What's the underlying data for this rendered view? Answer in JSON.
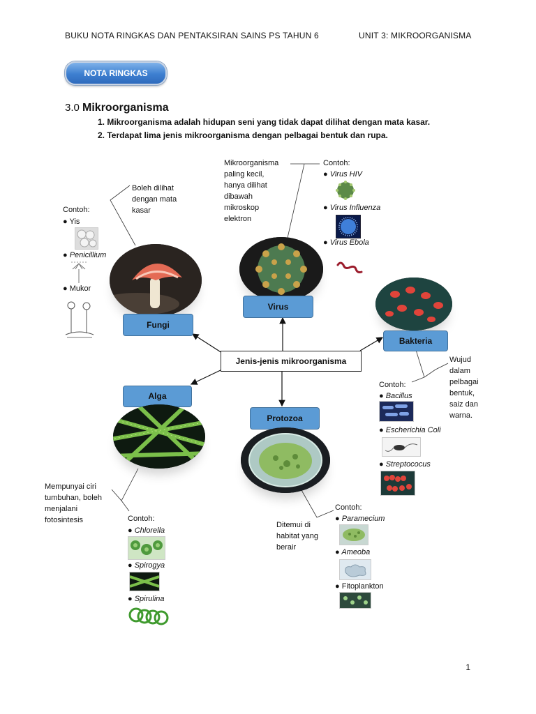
{
  "header": {
    "left": "BUKU NOTA RINGKAS DAN PENTAKSIRAN SAINS PS TAHUN 6",
    "right": "UNIT 3: MIKROORGANISMA"
  },
  "badge": "NOTA RINGKAS",
  "section": {
    "number": "3.0",
    "title": "Mikroorganisma"
  },
  "points": [
    "1. Mikroorganisma adalah hidupan seni yang tidak dapat dilihat dengan mata kasar.",
    "2. Terdapat lima jenis mikroorganisma dengan pelbagai bentuk dan rupa."
  ],
  "center": "Jenis-jenis mikroorganisma",
  "contoh_label": "Contoh:",
  "fungi": {
    "label": "Fungi",
    "note": [
      "Boleh dilihat",
      "dengan mata",
      "kasar"
    ],
    "examples": [
      "Yis",
      "Penicillium",
      "Mukor"
    ]
  },
  "virus": {
    "label": "Virus",
    "note": [
      "Mikroorganisma",
      "paling kecil,",
      "hanya dilihat",
      "dibawah",
      "mikroskop",
      "elektron"
    ],
    "examples": [
      "Virus  HIV",
      "Virus Influenza",
      "Virus Ebola"
    ]
  },
  "bakteria": {
    "label": "Bakteria",
    "note": [
      "Wujud",
      "dalam",
      "pelbagai",
      "bentuk,",
      "saiz dan",
      "warna."
    ],
    "examples": [
      "Bacillus",
      "Escherichia Coli",
      "Streptococus"
    ]
  },
  "alga": {
    "label": "Alga",
    "note": [
      "Mempunyai ciri",
      "tumbuhan, boleh",
      "menjalani",
      "fotosintesis"
    ],
    "examples": [
      "Chlorella",
      "Spirogya",
      "Spirulina"
    ]
  },
  "protozoa": {
    "label": "Protozoa",
    "note": [
      "Ditemui di",
      "habitat yang",
      "berair"
    ],
    "examples": [
      "Paramecium",
      "Ameoba",
      "Fitoplankton"
    ]
  },
  "bullet": "●",
  "page_number": "1"
}
